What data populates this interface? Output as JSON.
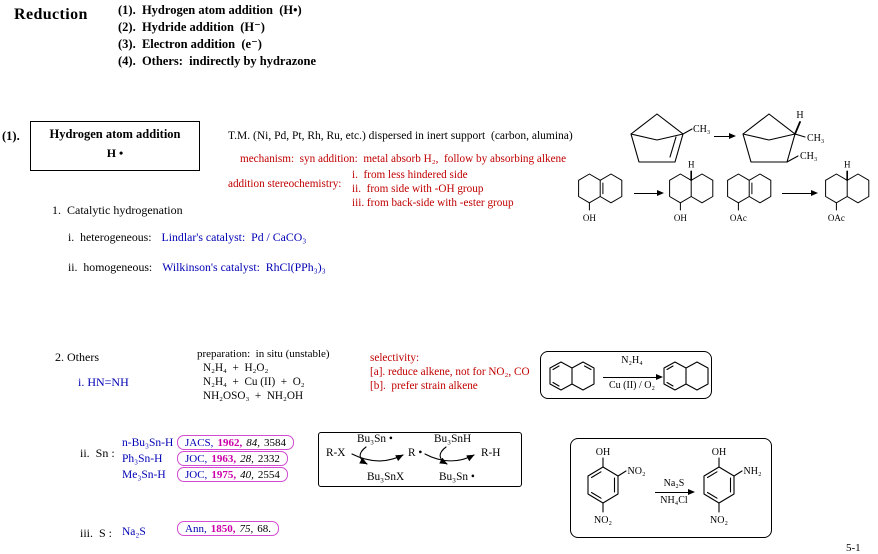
{
  "header": {
    "title": "Reduction",
    "items": [
      "(1).  Hydrogen atom addition  (H•)",
      "(2).  Hydride addition  (H⁻)",
      "(3).  Electron addition  (e⁻)",
      "(4).  Others:  indirectly by hydrazone"
    ]
  },
  "section1": {
    "label": "(1).",
    "box_title": "Hydrogen atom addition",
    "box_sub": "H •",
    "tm_line": "T.M. (Ni, Pd, Pt, Rh, Ru, etc.) dispersed in inert support  (carbon, alumina)",
    "mechanism": "mechanism:  syn addition:  metal absorb H₂,  follow by absorbing alkene",
    "stereo_label": "addition stereochemistry:",
    "stereo_items": [
      "i.  from less hindered side",
      "ii.  from side with -OH group",
      "iii. from back-side with -ester group"
    ],
    "catalytic_title": "1.  Catalytic hydrogenation",
    "hetero_label": "i.  heterogeneous:",
    "hetero_value": "Lindlar's catalyst:  Pd / CaCO₃",
    "homo_label": "ii.  homogeneous:",
    "homo_value": "Wilkinson's catalyst:  RhCl(PPh₃)₃"
  },
  "structures": {
    "row1": {
      "a_ch3": "CH₃",
      "b_h": "H",
      "b_ch3_1": "CH₃",
      "b_ch3_2": "CH₃"
    },
    "row2": {
      "s1_oh": "OH",
      "s2_h": "H",
      "s2_oh": "OH",
      "s3_oac": "OAc",
      "s4_h": "H",
      "s4_oac": "OAc"
    }
  },
  "section2": {
    "title": "2. Others",
    "diimide": "i. HN=NH",
    "prep_label": "preparation:  in situ (unstable)",
    "prep_lines": [
      "N₂H₄  +  H₂O₂",
      "N₂H₄  +  Cu (II)  +  O₂",
      "NH₂OSO₃  +  NH₂OH"
    ],
    "selectivity_label": "selectivity:",
    "selectivity_items": [
      "[a]. reduce alkene, not for NO₂, CO",
      "[b].  prefer strain alkene"
    ],
    "box": {
      "reagent_top": "N₂H₄",
      "reagent_bottom": "Cu (II) / O₂"
    }
  },
  "section3": {
    "sn_label": "ii.  Sn :",
    "sn_reagents": [
      "n-Bu₃Sn-H",
      "Ph₃Sn-H",
      "Me₃Sn-H"
    ],
    "citations": [
      {
        "journal": "JACS,",
        "year": "1962,",
        "volume": "84,",
        "pages": "3584"
      },
      {
        "journal": "JOC,",
        "year": "1963,",
        "volume": "28,",
        "pages": "2332"
      },
      {
        "journal": "JOC,",
        "year": "1975,",
        "volume": "40,",
        "pages": "2554"
      }
    ],
    "radical_box": {
      "rx": "R-X",
      "tin_radical_1": "Bu₃Sn •",
      "tin_halide": "Bu₃SnX",
      "r_radical": "R •",
      "tin_hydride": "Bu₃SnH",
      "tin_radical_2": "Bu₃Sn •",
      "rh": "R-H"
    },
    "s_label": "iii.  S :",
    "s_reagent": "Na₂S",
    "s_citation": {
      "journal": "Ann,",
      "year": "1850,",
      "volume": "75,",
      "pages": "68."
    }
  },
  "nitro_box": {
    "left": {
      "top": "OH",
      "ortho": "NO₂",
      "para": "NO₂"
    },
    "reagent_top": "Na₂S",
    "reagent_bottom": "NH₄Cl",
    "right": {
      "top": "OH",
      "ortho": "NH₂",
      "para": "NO₂"
    }
  },
  "footer": {
    "page_number": "5-1"
  }
}
